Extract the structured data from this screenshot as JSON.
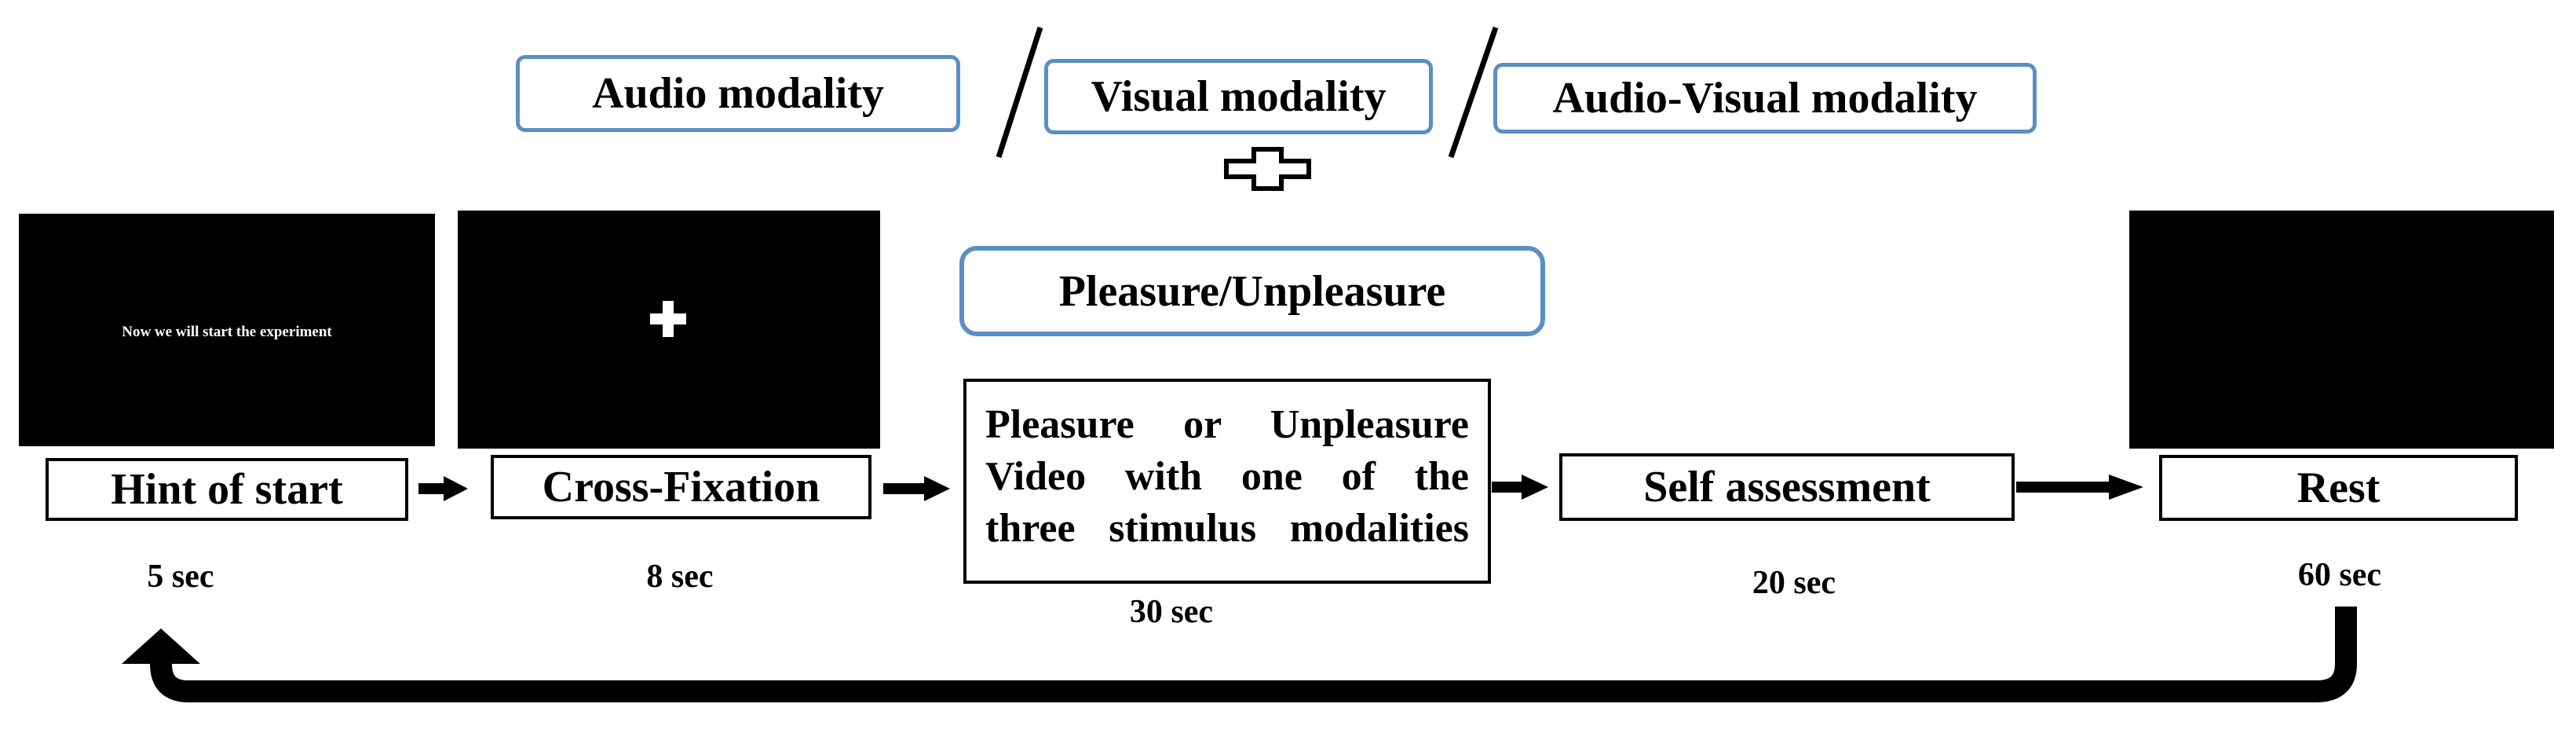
{
  "modalities": {
    "audio": "Audio modality",
    "visual": "Visual modality",
    "audio_visual": "Audio-Visual modality"
  },
  "condition": "Pleasure/Unpleasure",
  "screens": {
    "hint_text": "Now we will start the experiment"
  },
  "steps": [
    {
      "label": "Hint of start",
      "duration": "5 sec"
    },
    {
      "label": "Cross-Fixation",
      "duration": "8 sec"
    },
    {
      "label_lines": [
        "Pleasure or Unpleasure",
        "Video with one of the",
        "three stimulus modalities"
      ],
      "duration": "30 sec"
    },
    {
      "label": "Self assessment",
      "duration": "20 sec"
    },
    {
      "label": "Rest",
      "duration": "60 sec"
    }
  ],
  "colors": {
    "modality_border": "#5b8fc3",
    "screen": "#000000",
    "stroke": "#000000"
  }
}
